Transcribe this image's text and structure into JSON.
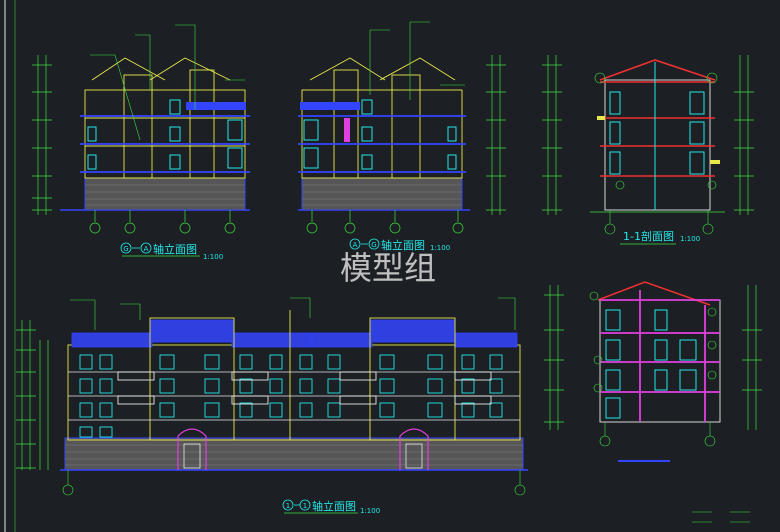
{
  "drawing": {
    "title_left_top": {
      "axis_a": "G",
      "axis_b": "A",
      "suffix": "轴立面图",
      "scale": "1:100"
    },
    "title_mid_top": {
      "axis_a": "A",
      "axis_b": "G",
      "suffix": "轴立面图",
      "scale": "1:100"
    },
    "title_section": {
      "label": "1-1剖面图",
      "scale": "1:100"
    },
    "title_bottom": {
      "axis_a": "1",
      "axis_b": "1",
      "suffix": "轴立面图",
      "scale": "1:100"
    },
    "watermark": "模型组"
  },
  "colors": {
    "background": "#1c2024",
    "yellow": "#e8e84a",
    "cyan": "#22e8e8",
    "green": "#3ee03e",
    "blue": "#3344ff",
    "magenta": "#e040e0",
    "red": "#ee3030",
    "white": "#e8e8e8",
    "grey_stone": "#7a7a7a"
  }
}
